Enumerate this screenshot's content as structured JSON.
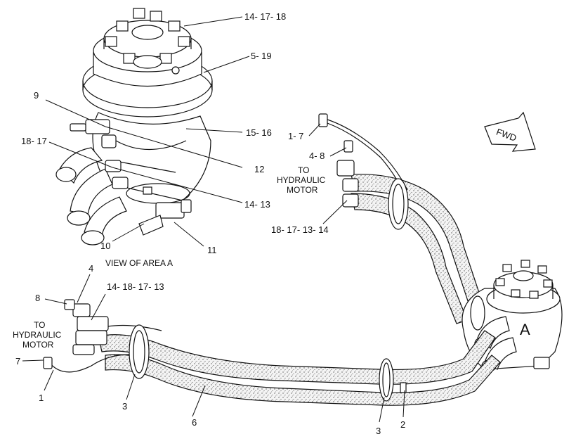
{
  "callouts": {
    "c_14_17_18": "14- 17- 18",
    "c_5_19": "5- 19",
    "c_9": "9",
    "c_18_17": "18- 17",
    "c_15_16": "15- 16",
    "c_12": "12",
    "c_14_13": "14- 13",
    "c_10": "10",
    "c_11": "11",
    "c_1_7": "1- 7",
    "c_4_8": "4- 8",
    "c_18_17_13_14": "18- 17- 13- 14",
    "c_4": "4",
    "c_8": "8",
    "c_14_18_17_13": "14- 18- 17- 13",
    "c_7": "7",
    "c_1": "1",
    "c_3a": "3",
    "c_6": "6",
    "c_3b": "3",
    "c_2": "2"
  },
  "notes": {
    "view_of_area": "VIEW OF AREA  A",
    "to_motor_right_1": "TO",
    "to_motor_right_2": "HYDRAULIC",
    "to_motor_right_3": "MOTOR",
    "to_motor_left_1": "TO",
    "to_motor_left_2": "HYDRAULIC",
    "to_motor_left_3": "MOTOR",
    "area_letter": "A",
    "fwd_arrow": "FWD"
  }
}
